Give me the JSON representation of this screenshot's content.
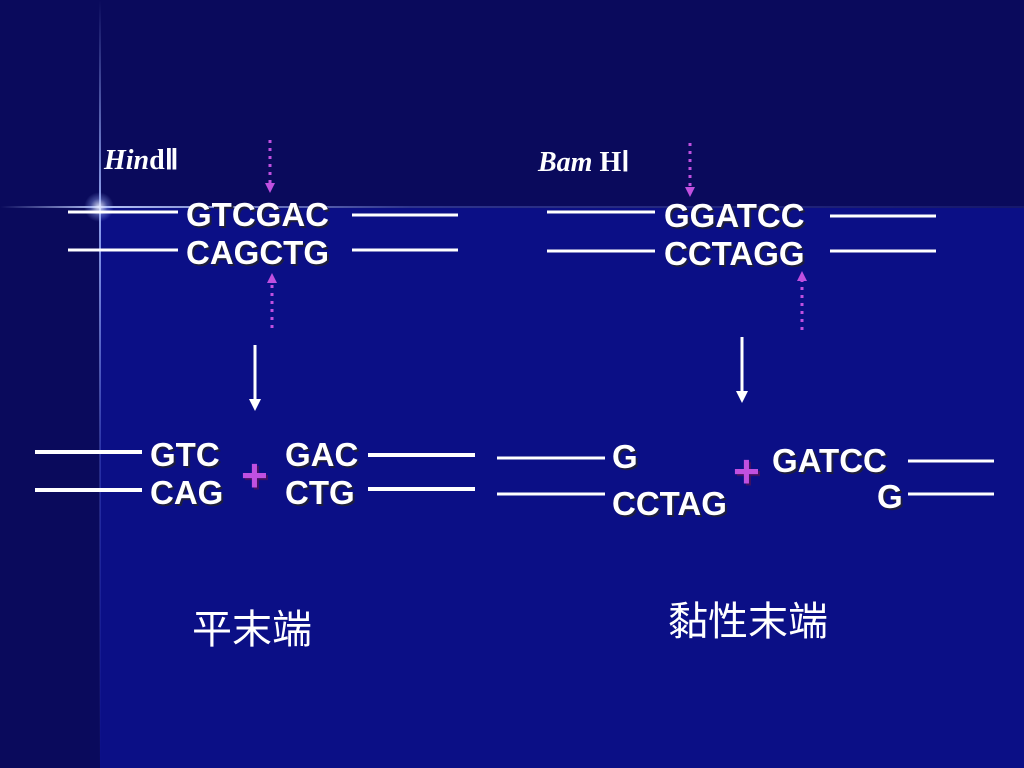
{
  "enzymes": {
    "hind": {
      "italic": "Hin",
      "rest": "dⅡ"
    },
    "bam": {
      "italic": "Bam",
      "rest": " HⅠ"
    }
  },
  "hind_site": {
    "top": "GTCGAC",
    "bottom": "CAGCTG"
  },
  "bam_site": {
    "top": "GGATCC",
    "bottom": "CCTAGG"
  },
  "blunt_products": {
    "left_top": "GTC",
    "left_bottom": "CAG",
    "right_top": "GAC",
    "right_bottom": "CTG"
  },
  "sticky_products": {
    "left_top": "G",
    "left_bottom": "CCTAG",
    "right_top": "GATCC",
    "right_bottom": "G"
  },
  "plus_symbol": "+",
  "labels": {
    "blunt": "平末端",
    "sticky": "黏性末端"
  },
  "colors": {
    "background": "#0b0f86",
    "cut_arrow": "#c050e0",
    "plus": "#c050e0",
    "text": "#ffffff"
  }
}
